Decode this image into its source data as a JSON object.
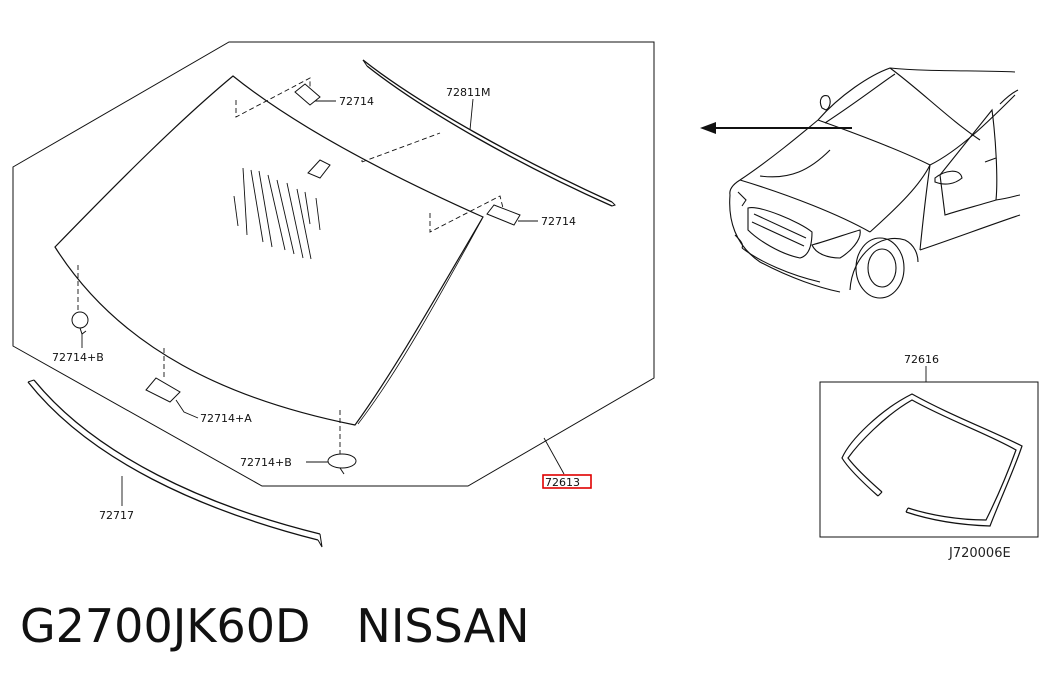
{
  "callouts": {
    "clip_top": "72714",
    "molding_top": "72811M",
    "clip_right": "72714",
    "clip_left_b": "72714+B",
    "clip_lower_a": "72714+A",
    "clip_bottom_b": "72714+B",
    "glass_highlighted": "72613",
    "molding_lower": "72717",
    "seal_inset": "72616"
  },
  "reference_code": "J720006E",
  "caption": {
    "part_number": "G2700JK60D",
    "brand": "NISSAN"
  },
  "colors": {
    "line": "#111111",
    "highlight_box": "#e00000"
  }
}
